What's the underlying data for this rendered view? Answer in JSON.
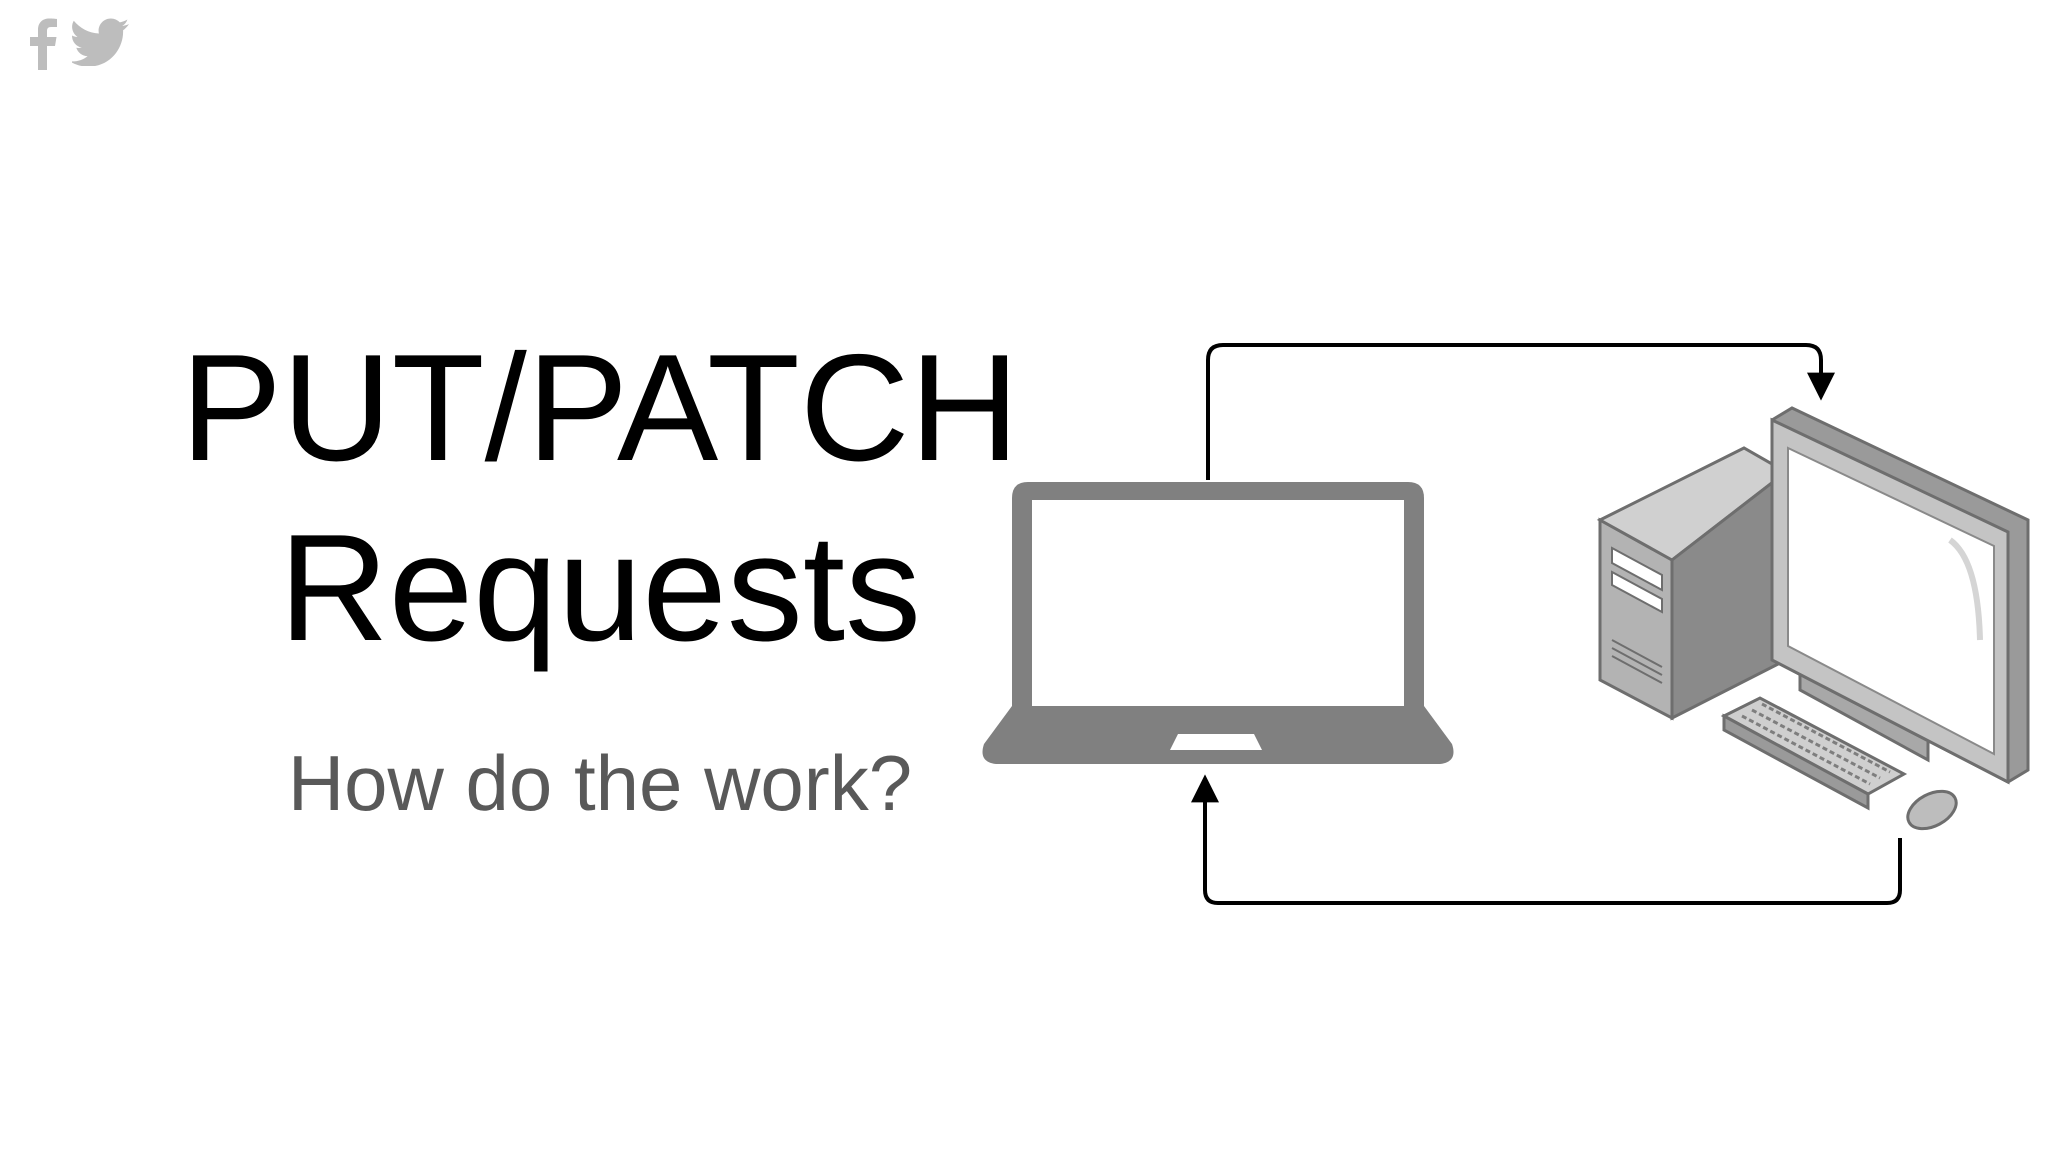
{
  "social": {
    "icons": [
      "facebook-icon",
      "twitter-icon"
    ],
    "icon_color": "#bdbdbd"
  },
  "slide": {
    "title_line1": "PUT/PATCH",
    "title_line2": "Requests",
    "subtitle": "How do the work?"
  },
  "diagram": {
    "client_icon": "laptop-icon",
    "server_icon": "desktop-computer-icon",
    "icon_color": "#808080",
    "arrow_color": "#000000"
  }
}
